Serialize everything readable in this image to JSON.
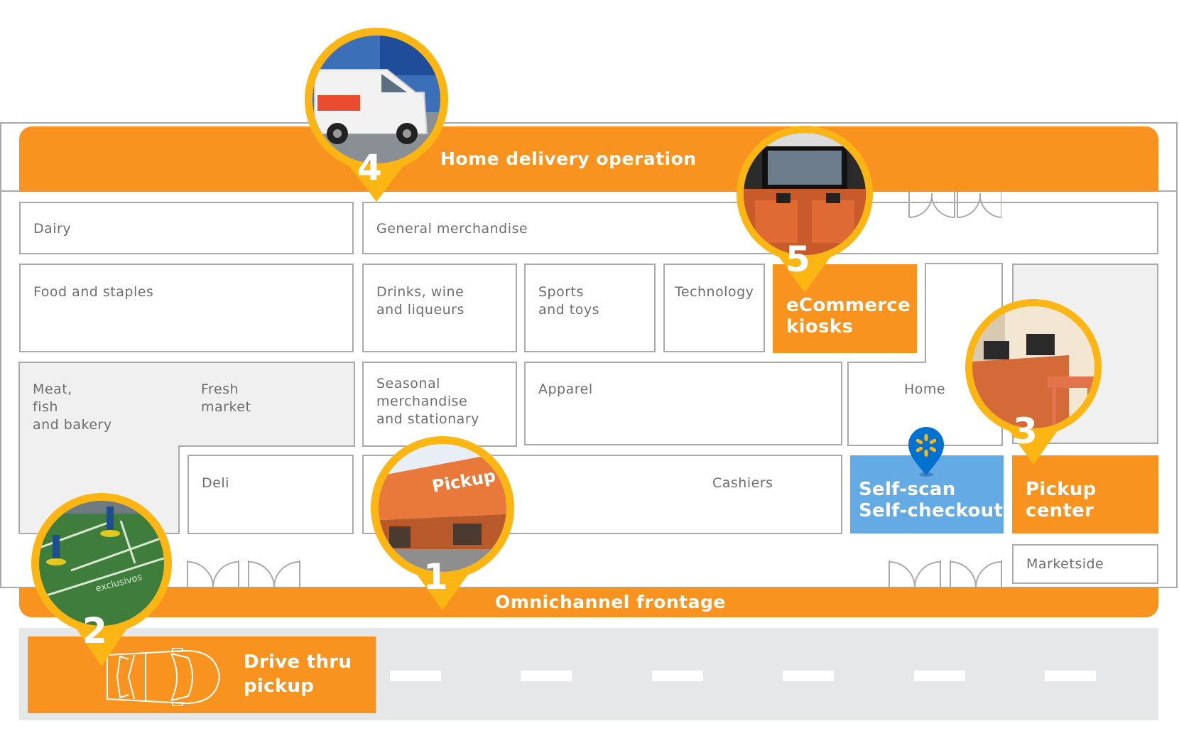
{
  "bands": {
    "home_delivery": "Home delivery operation",
    "omnichannel": "Omnichannel frontage"
  },
  "departments": {
    "dairy": "Dairy",
    "general_merchandise": "General merchandise",
    "food_staples": "Food and staples",
    "drinks": "Drinks, wine\nand liqueurs",
    "sports": "Sports\nand toys",
    "technology": "Technology",
    "meat": "Meat,\nfish\nand bakery",
    "fresh_market": "Fresh\nmarket",
    "seasonal": "Seasonal\nmerchandise\nand stationary",
    "apparel": "Apparel",
    "home": "Home",
    "deli": "Deli",
    "cashiers": "Cashiers",
    "marketside": "Marketside"
  },
  "features": {
    "ecommerce_kiosks": "eCommerce\nkiosks",
    "self_scan": "Self-scan\nSelf-checkout",
    "pickup_center": "Pickup\ncenter",
    "drive_thru": "Drive thru\npickup"
  },
  "markers": [
    {
      "number": "1",
      "name": "pickup-storefront"
    },
    {
      "number": "2",
      "name": "drive-thru"
    },
    {
      "number": "3",
      "name": "pickup-center"
    },
    {
      "number": "4",
      "name": "home-delivery"
    },
    {
      "number": "5",
      "name": "ecommerce-kiosks"
    }
  ],
  "colors": {
    "orange": "#f7931e",
    "blue": "#64aae4",
    "marker_gold": "#fbb614",
    "walmart_blue": "#0071ce",
    "road_gray": "#e6e7e8"
  },
  "icons": [
    "walmart-spark-pin-icon",
    "car-icon",
    "door-icon"
  ]
}
